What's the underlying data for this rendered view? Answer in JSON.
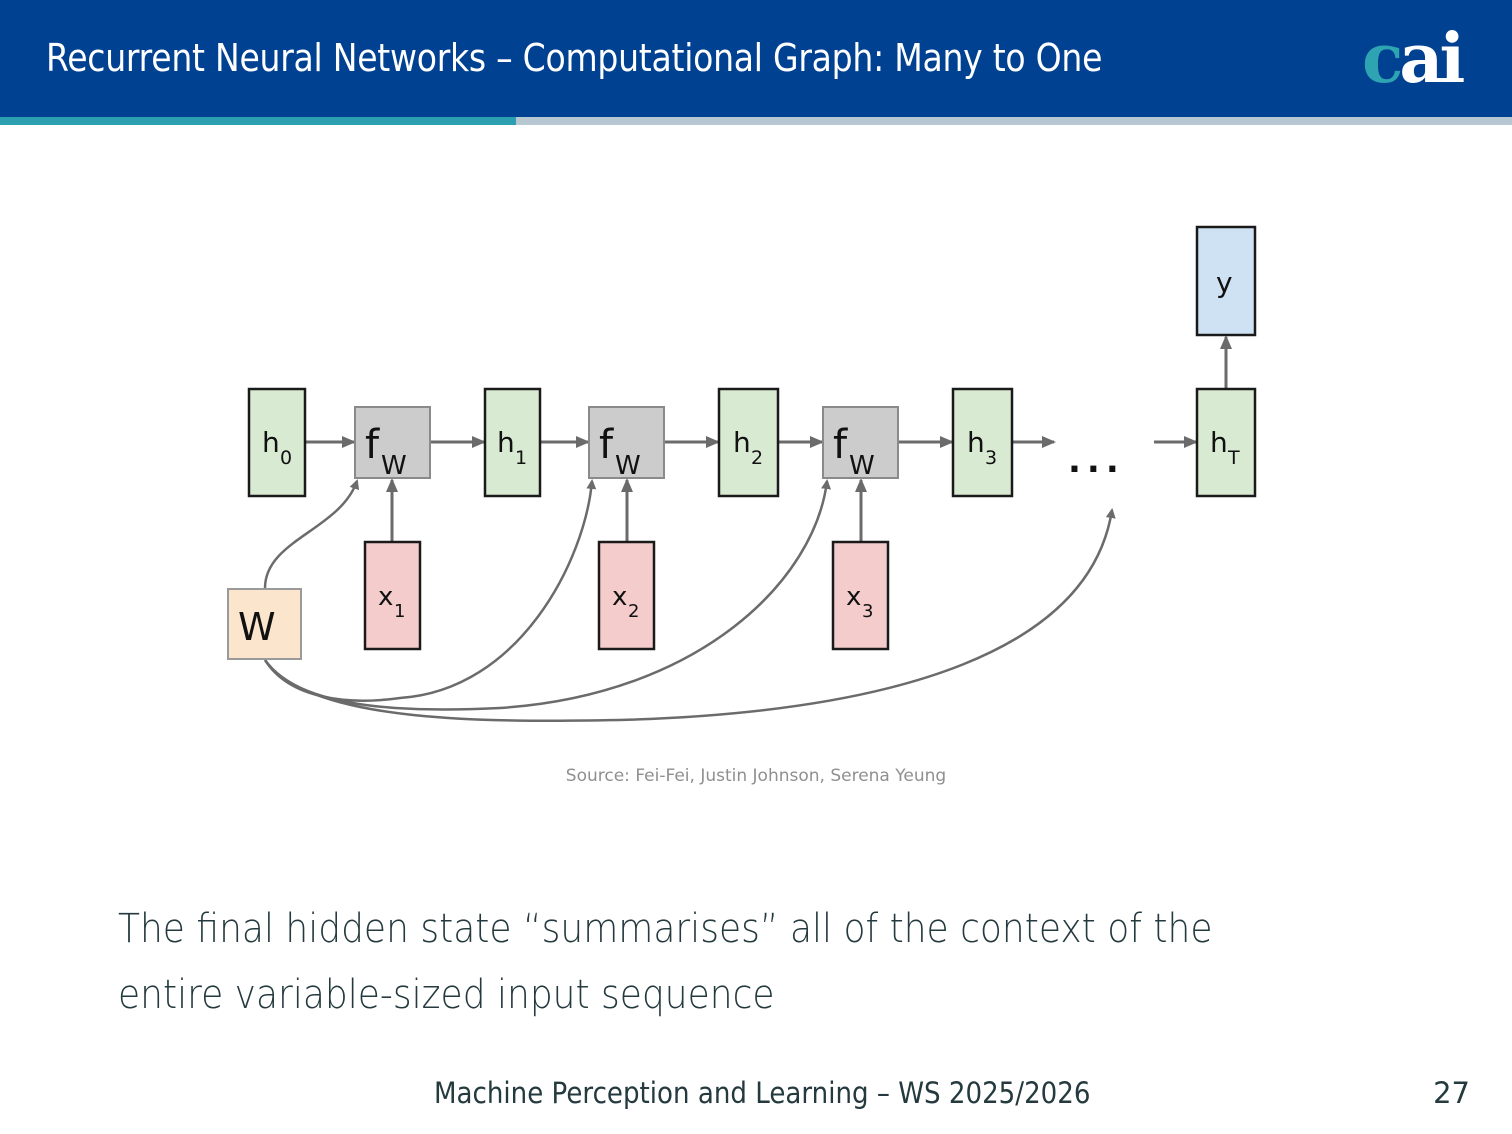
{
  "header": {
    "title": "Recurrent Neural Networks – Computational Graph: Many to One",
    "logo": {
      "c": "c",
      "ai": "ai"
    },
    "colors": {
      "background": "#004191",
      "accent_teal": "#2c9fb0",
      "accent_grey": "#b8c8d2"
    }
  },
  "diagram": {
    "hidden_states": [
      {
        "base": "h",
        "sub": "0"
      },
      {
        "base": "h",
        "sub": "1"
      },
      {
        "base": "h",
        "sub": "2"
      },
      {
        "base": "h",
        "sub": "3"
      },
      {
        "base": "h",
        "sub": "T"
      }
    ],
    "functions": [
      {
        "base": "f",
        "sub": "W"
      },
      {
        "base": "f",
        "sub": "W"
      },
      {
        "base": "f",
        "sub": "W"
      }
    ],
    "inputs": [
      {
        "base": "x",
        "sub": "1"
      },
      {
        "base": "x",
        "sub": "2"
      },
      {
        "base": "x",
        "sub": "3"
      }
    ],
    "weights": {
      "label": "W"
    },
    "output": {
      "label": "y"
    },
    "ellipsis": "...",
    "colors": {
      "hidden": "#d9ead3",
      "function": "#cccccc",
      "input": "#f4cccc",
      "weights": "#fce5cd",
      "output": "#cfe2f3",
      "arrow": "#6b6b6b"
    }
  },
  "caption": "Source: Fei-Fei, Justin Johnson, Serena Yeung",
  "body": {
    "text": "The final hidden state “summarises” all of the context of the entire variable-sized input sequence"
  },
  "footer": {
    "course": "Machine Perception and Learning – WS 2025/2026",
    "page": "27"
  }
}
